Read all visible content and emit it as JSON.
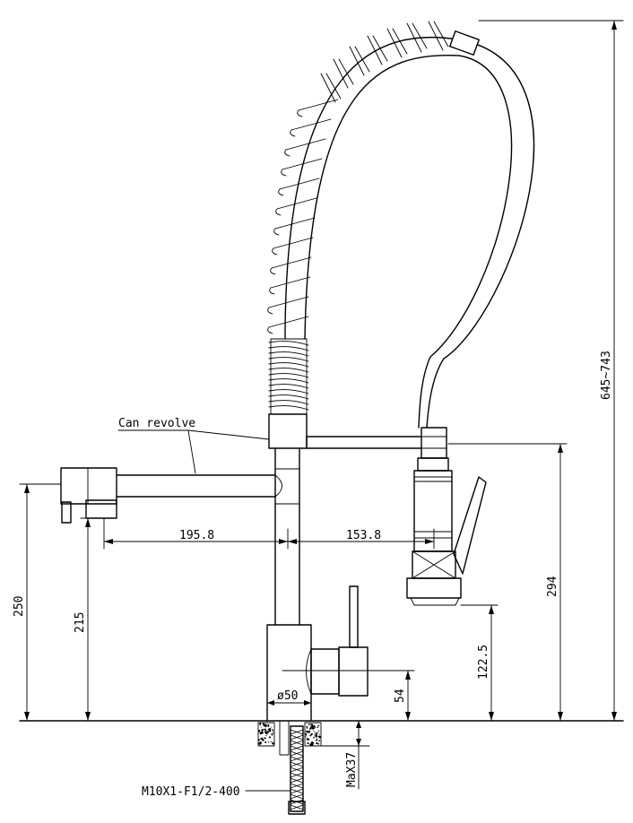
{
  "labels": {
    "can_revolve": "Can revolve",
    "connector": "M10X1-F1/2-400"
  },
  "dimensions": {
    "overall_height": "645~743",
    "spray_height": "294",
    "spout_height_left": "250",
    "outlet_height_left": "215",
    "reach_left": "195.8",
    "reach_right": "153.8",
    "spray_outlet_height": "122.5",
    "handle_height": "54",
    "base_diameter": "ø50",
    "max_deck_thickness": "MaX37"
  }
}
